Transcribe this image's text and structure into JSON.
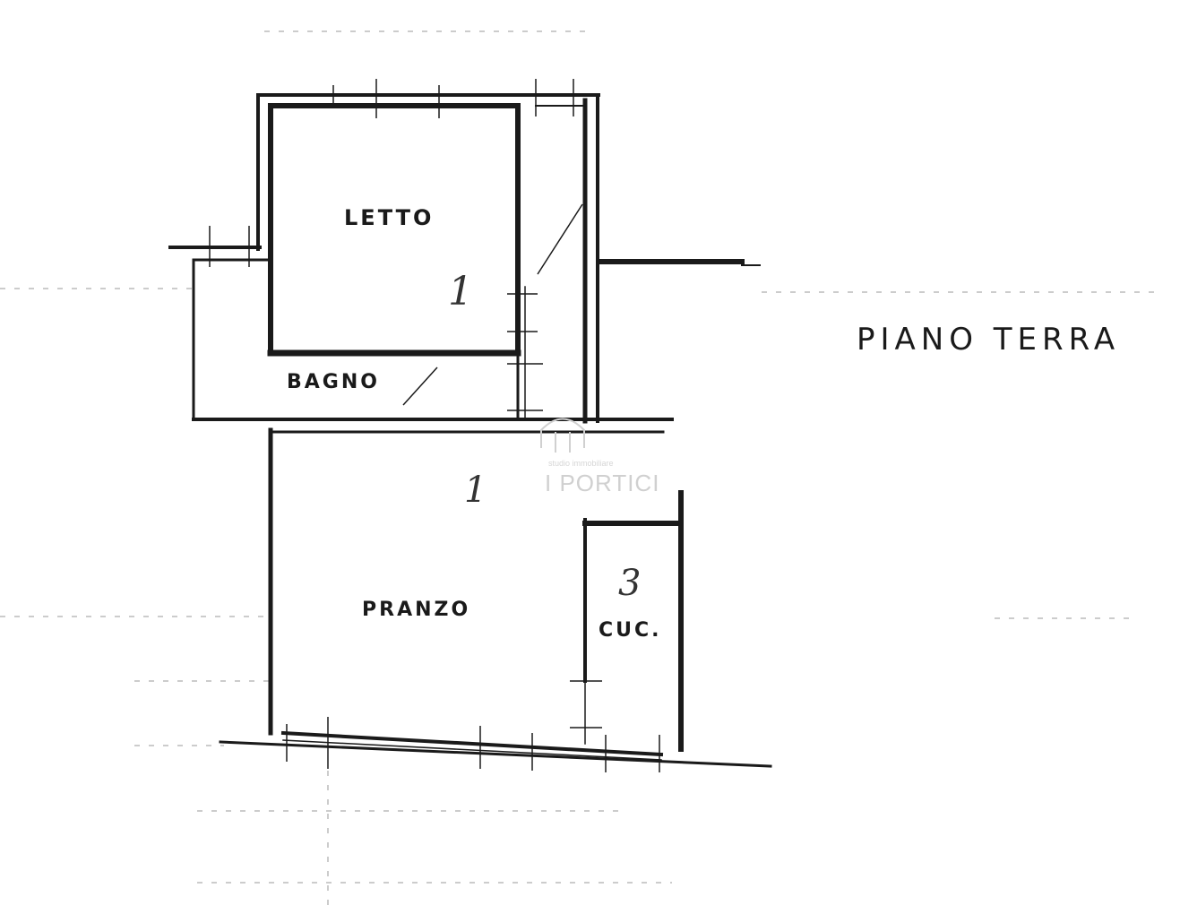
{
  "title": "PIANO TERRA",
  "rooms": {
    "letto": {
      "label": "LETTO",
      "number": "1"
    },
    "bagno": {
      "label": "BAGNO"
    },
    "pranzo": {
      "label": "PRANZO",
      "number": "1"
    },
    "cucina": {
      "label": "CUC.",
      "number": "3"
    }
  },
  "watermark": {
    "line1": "studio immobiliare",
    "line2": "I PORTICI"
  },
  "colors": {
    "wall": "#1a1a1a",
    "background": "#ffffff",
    "watermark": "#d0d0d0"
  }
}
